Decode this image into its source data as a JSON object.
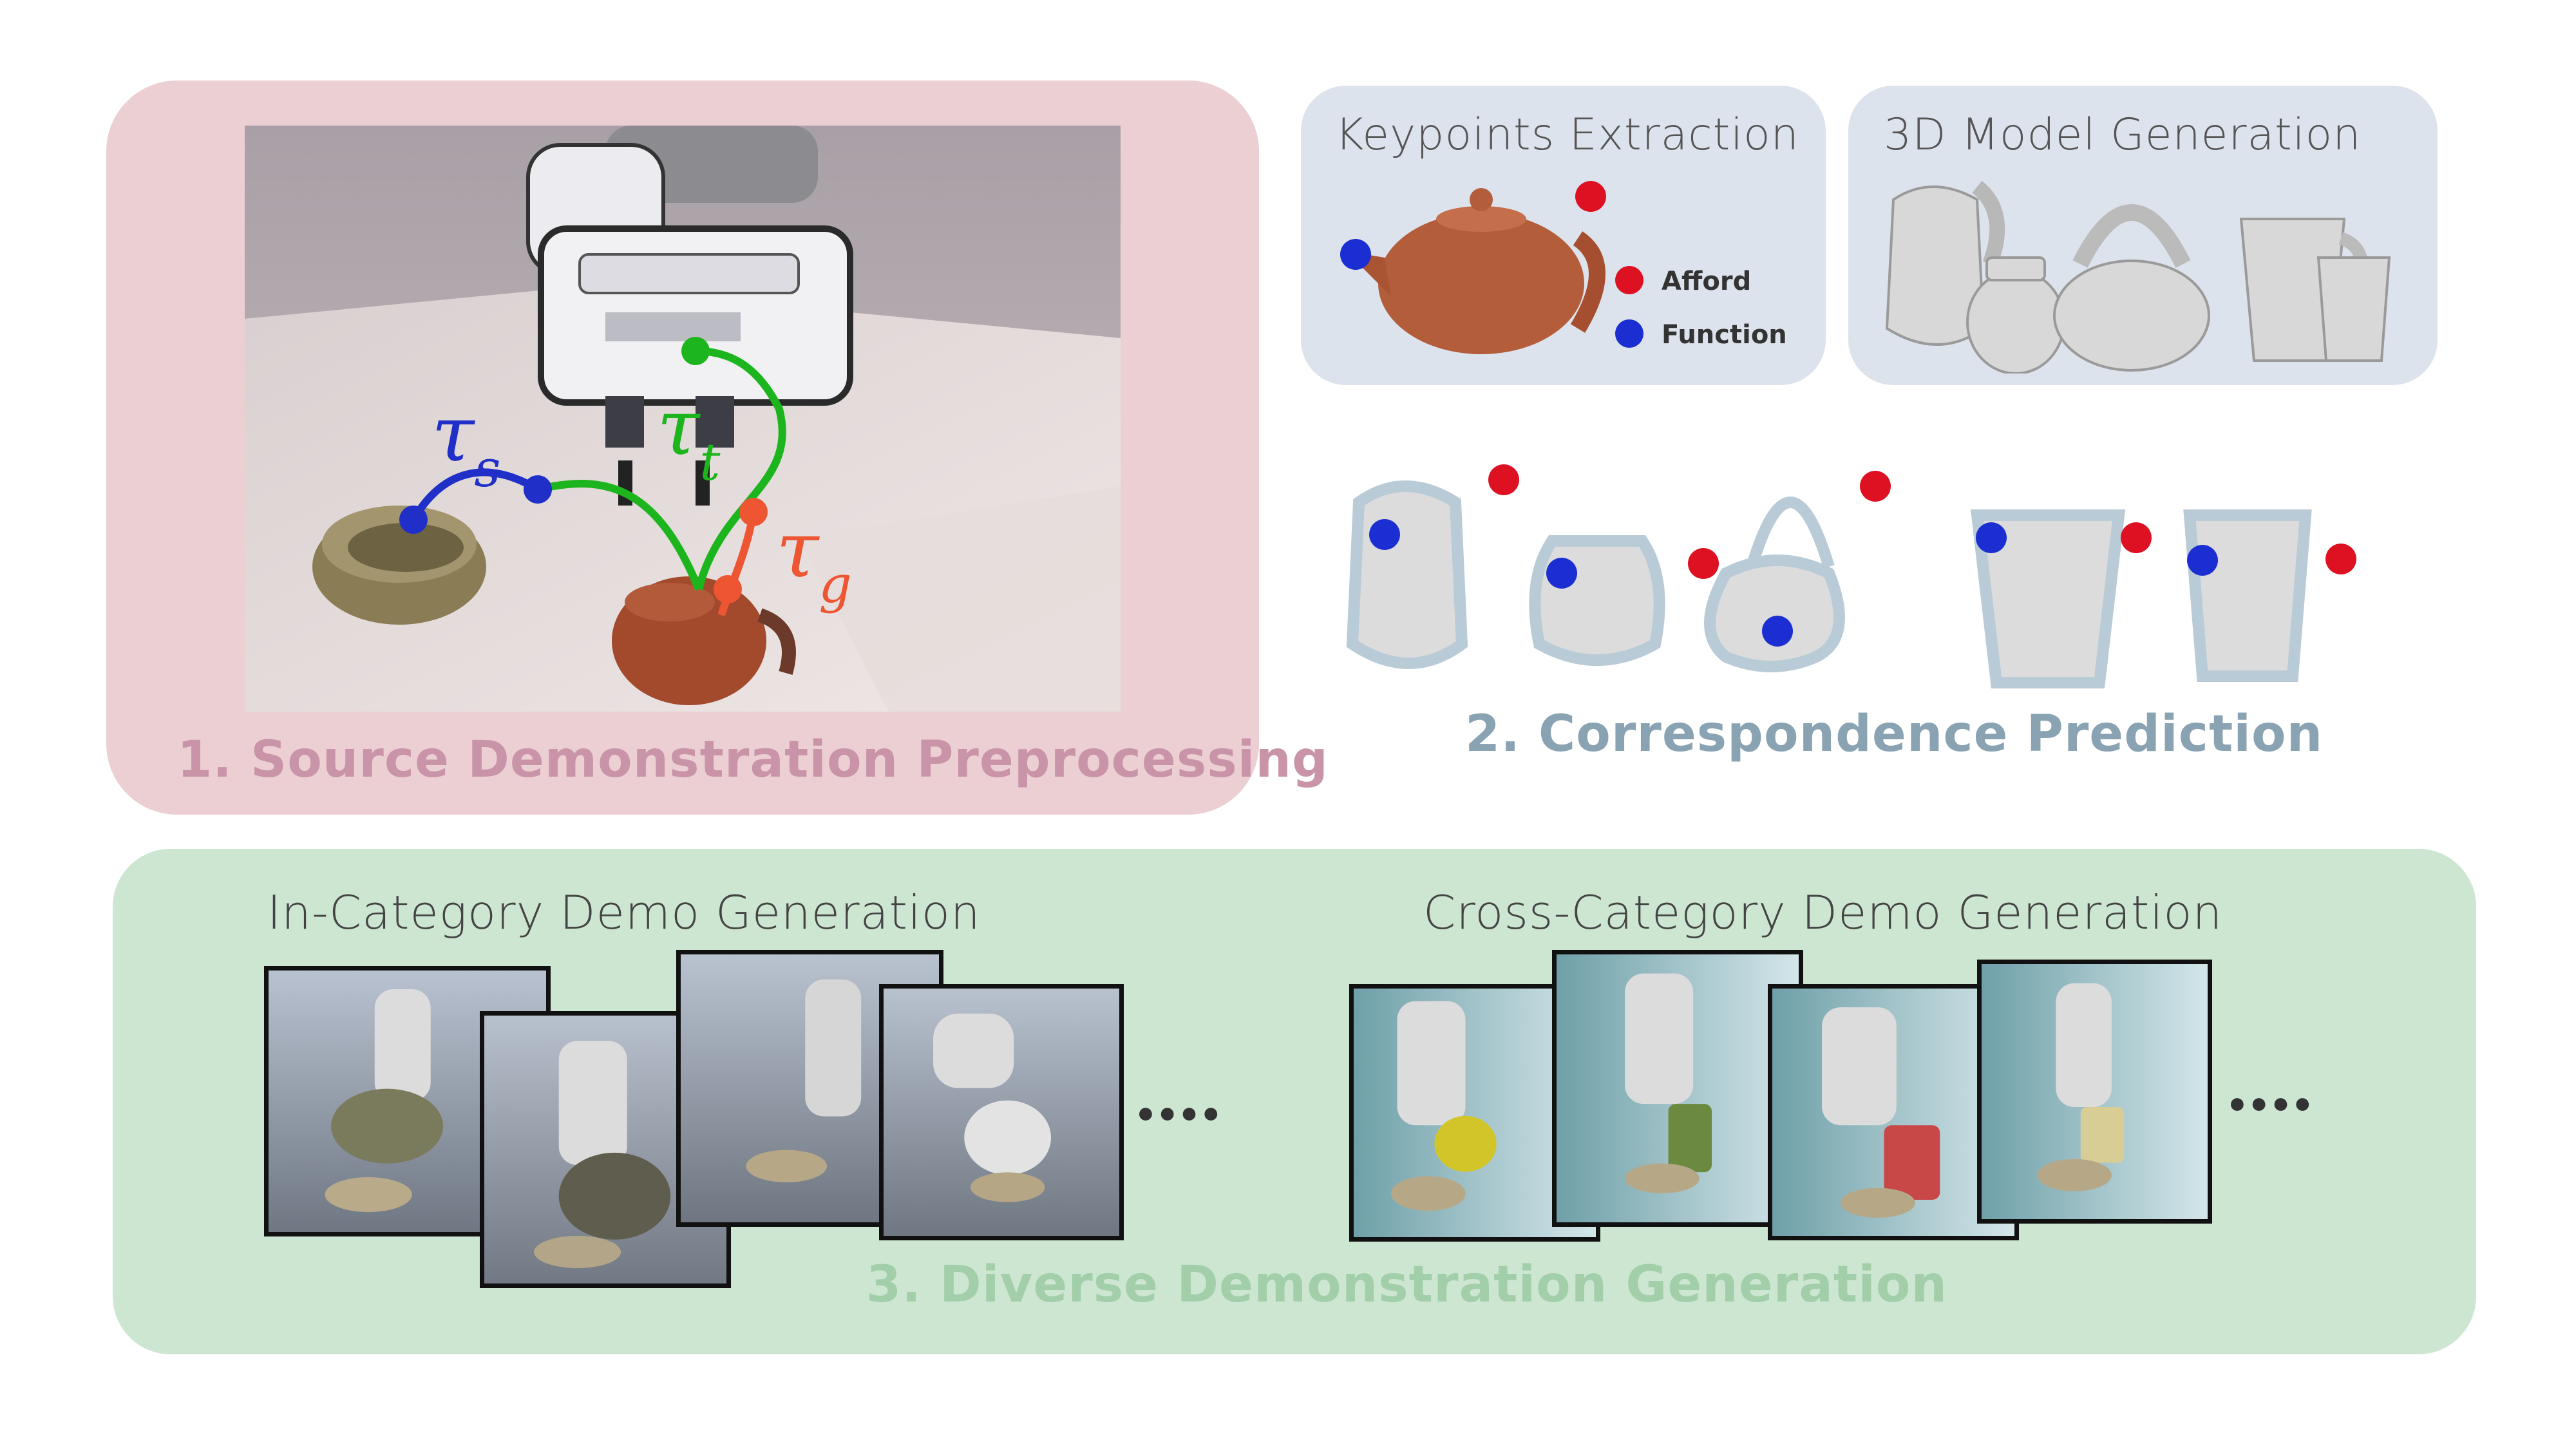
{
  "panel1": {
    "caption": "1. Source Demonstration Preprocessing",
    "caption_color": "#c993a8"
  },
  "scene": {
    "labels": {
      "tau": "τ",
      "s": "s",
      "t": "t",
      "g": "g"
    },
    "colors": {
      "source": "#1f2fc7",
      "transfer": "#1db51d",
      "grasp": "#ee5533"
    }
  },
  "keypoints": {
    "title": "Keypoints Extraction",
    "legend_afford": "Afford",
    "legend_function": "Function",
    "afford_color": "#dd1122",
    "function_color": "#1a2ed1"
  },
  "model_gen": {
    "title": "3D Model Generation"
  },
  "panel2": {
    "caption": "2. Correspondence Prediction",
    "caption_color": "#8aa3b3"
  },
  "panel3": {
    "caption": "3. Diverse Demonstration Generation",
    "caption_color": "#a2cfa9",
    "in_category_title": "In-Category Demo Generation",
    "cross_category_title": "Cross-Category Demo Generation",
    "ellipsis": "●●●●"
  }
}
